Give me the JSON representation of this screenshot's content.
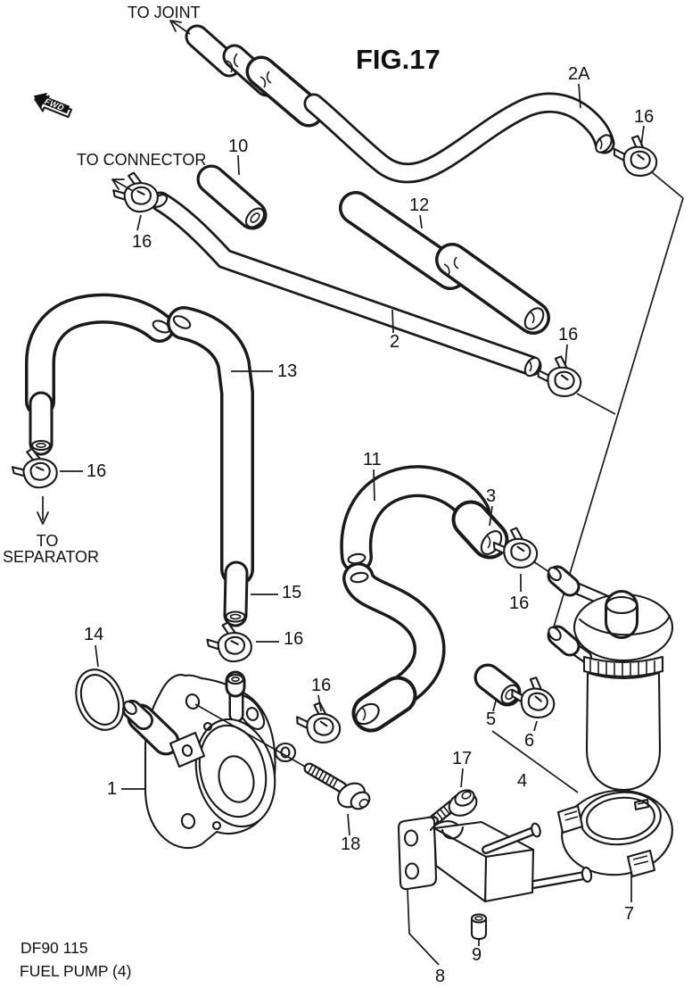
{
  "figure": {
    "title": "FIG.17",
    "model_code": "DF90 115",
    "caption": "FUEL PUMP (4)",
    "direction_badge": "FWD"
  },
  "flow_labels": {
    "to_joint": "TO JOINT",
    "to_connector": "TO CONNECTOR",
    "to_separator_line1": "TO",
    "to_separator_line2": "SEPARATOR"
  },
  "line_color": "#1a1a1a",
  "background_color": "#ffffff",
  "callouts": [
    {
      "ref": "hose-2a",
      "text": "2A"
    },
    {
      "ref": "clamp-16-top-right",
      "text": "16"
    },
    {
      "ref": "tube-10",
      "text": "10"
    },
    {
      "ref": "clamp-16-connector",
      "text": "16"
    },
    {
      "ref": "pipe-12",
      "text": "12"
    },
    {
      "ref": "hose-2",
      "text": "2"
    },
    {
      "ref": "clamp-16-mid",
      "text": "16"
    },
    {
      "ref": "hose-13",
      "text": "13"
    },
    {
      "ref": "clamp-16-separator",
      "text": "16"
    },
    {
      "ref": "hose-11",
      "text": "11"
    },
    {
      "ref": "tube-3",
      "text": "3"
    },
    {
      "ref": "clamp-16-filter",
      "text": "16"
    },
    {
      "ref": "tube-15",
      "text": "15"
    },
    {
      "ref": "clamp-16-pump-stud",
      "text": "16"
    },
    {
      "ref": "o-ring-14",
      "text": "14"
    },
    {
      "ref": "clamp-16-hose-11",
      "text": "16"
    },
    {
      "ref": "tube-5",
      "text": "5"
    },
    {
      "ref": "clamp-6",
      "text": "6"
    },
    {
      "ref": "pipe-assy-4",
      "text": "4"
    },
    {
      "ref": "fuel-pump-1",
      "text": "1"
    },
    {
      "ref": "bolt-17",
      "text": "17"
    },
    {
      "ref": "bolt-18",
      "text": "18"
    },
    {
      "ref": "filter-clamp-7",
      "text": "7"
    },
    {
      "ref": "spacer-9",
      "text": "9"
    },
    {
      "ref": "bracket-8",
      "text": "8"
    }
  ]
}
